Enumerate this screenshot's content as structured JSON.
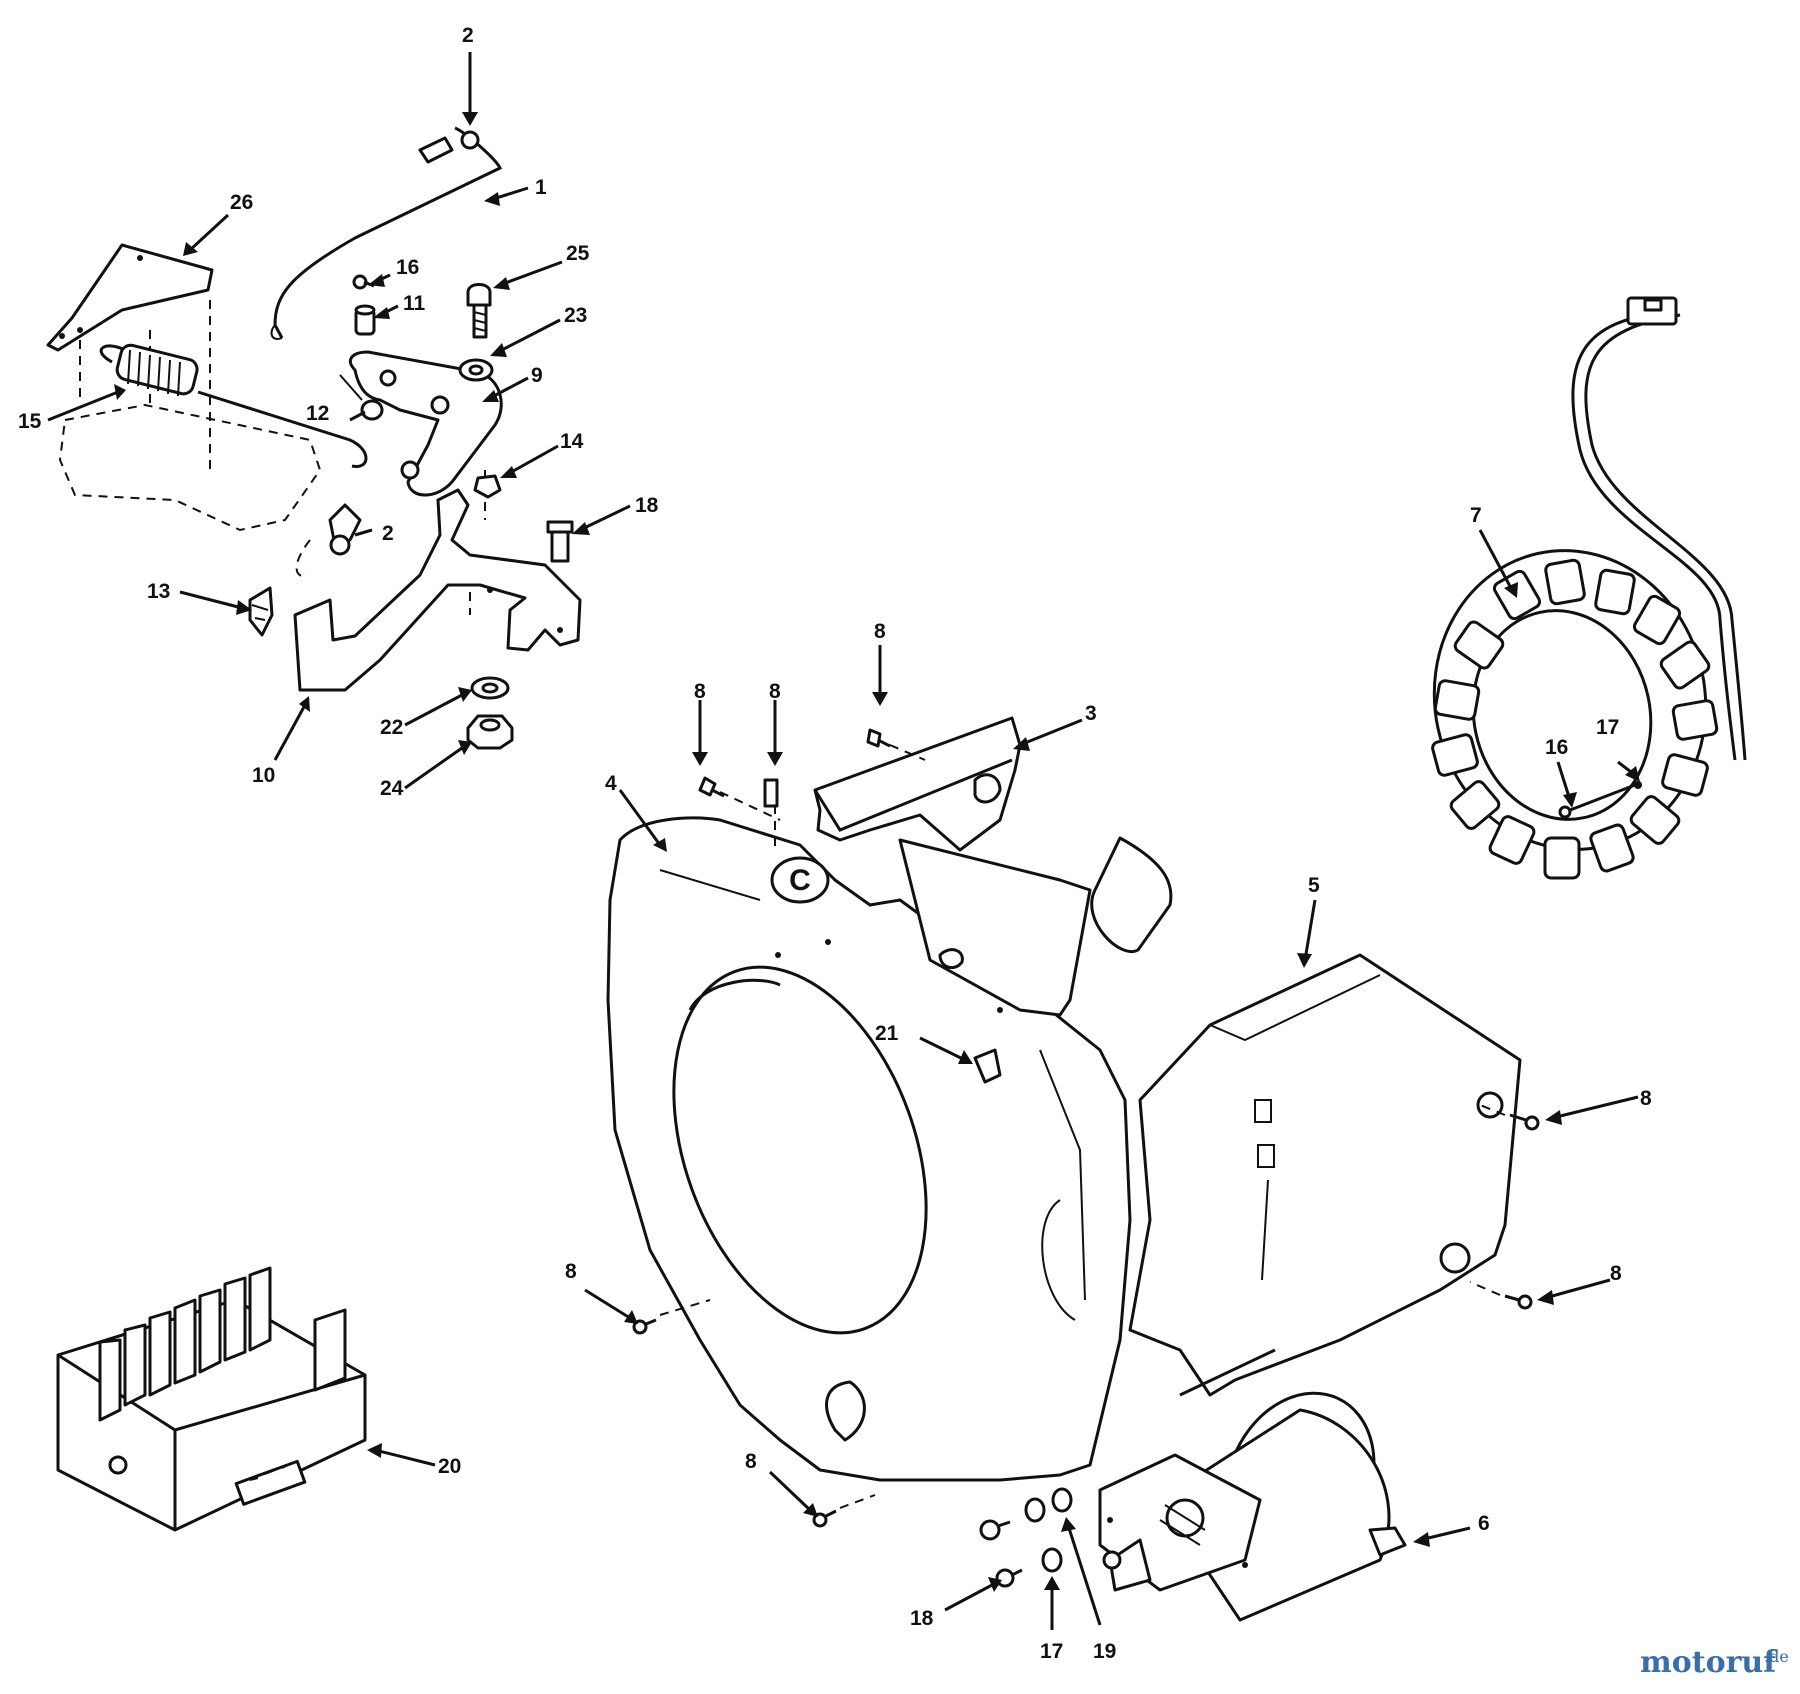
{
  "callouts": {
    "c1": "1",
    "c2a": "2",
    "c2b": "2",
    "c3": "3",
    "c4": "4",
    "c5": "5",
    "c6": "6",
    "c7": "7",
    "c8a": "8",
    "c8b": "8",
    "c8c": "8",
    "c8d": "8",
    "c8e": "8",
    "c8f": "8",
    "c8g": "8",
    "c9": "9",
    "c10": "10",
    "c11": "11",
    "c12": "12",
    "c13": "13",
    "c14": "14",
    "c15": "15",
    "c16a": "16",
    "c16b": "16",
    "c17a": "17",
    "c17b": "17",
    "c18a": "18",
    "c18b": "18",
    "c19": "19",
    "c20": "20",
    "c21": "21",
    "c22": "22",
    "c23": "23",
    "c24": "24",
    "c25": "25",
    "c26": "26"
  },
  "housing_marking": "C",
  "watermark": {
    "name": "motoruf",
    "suffix": ".de"
  },
  "colors": {
    "ink": "#111111",
    "paper": "#ffffff",
    "watermark": "#3b6ea8"
  }
}
